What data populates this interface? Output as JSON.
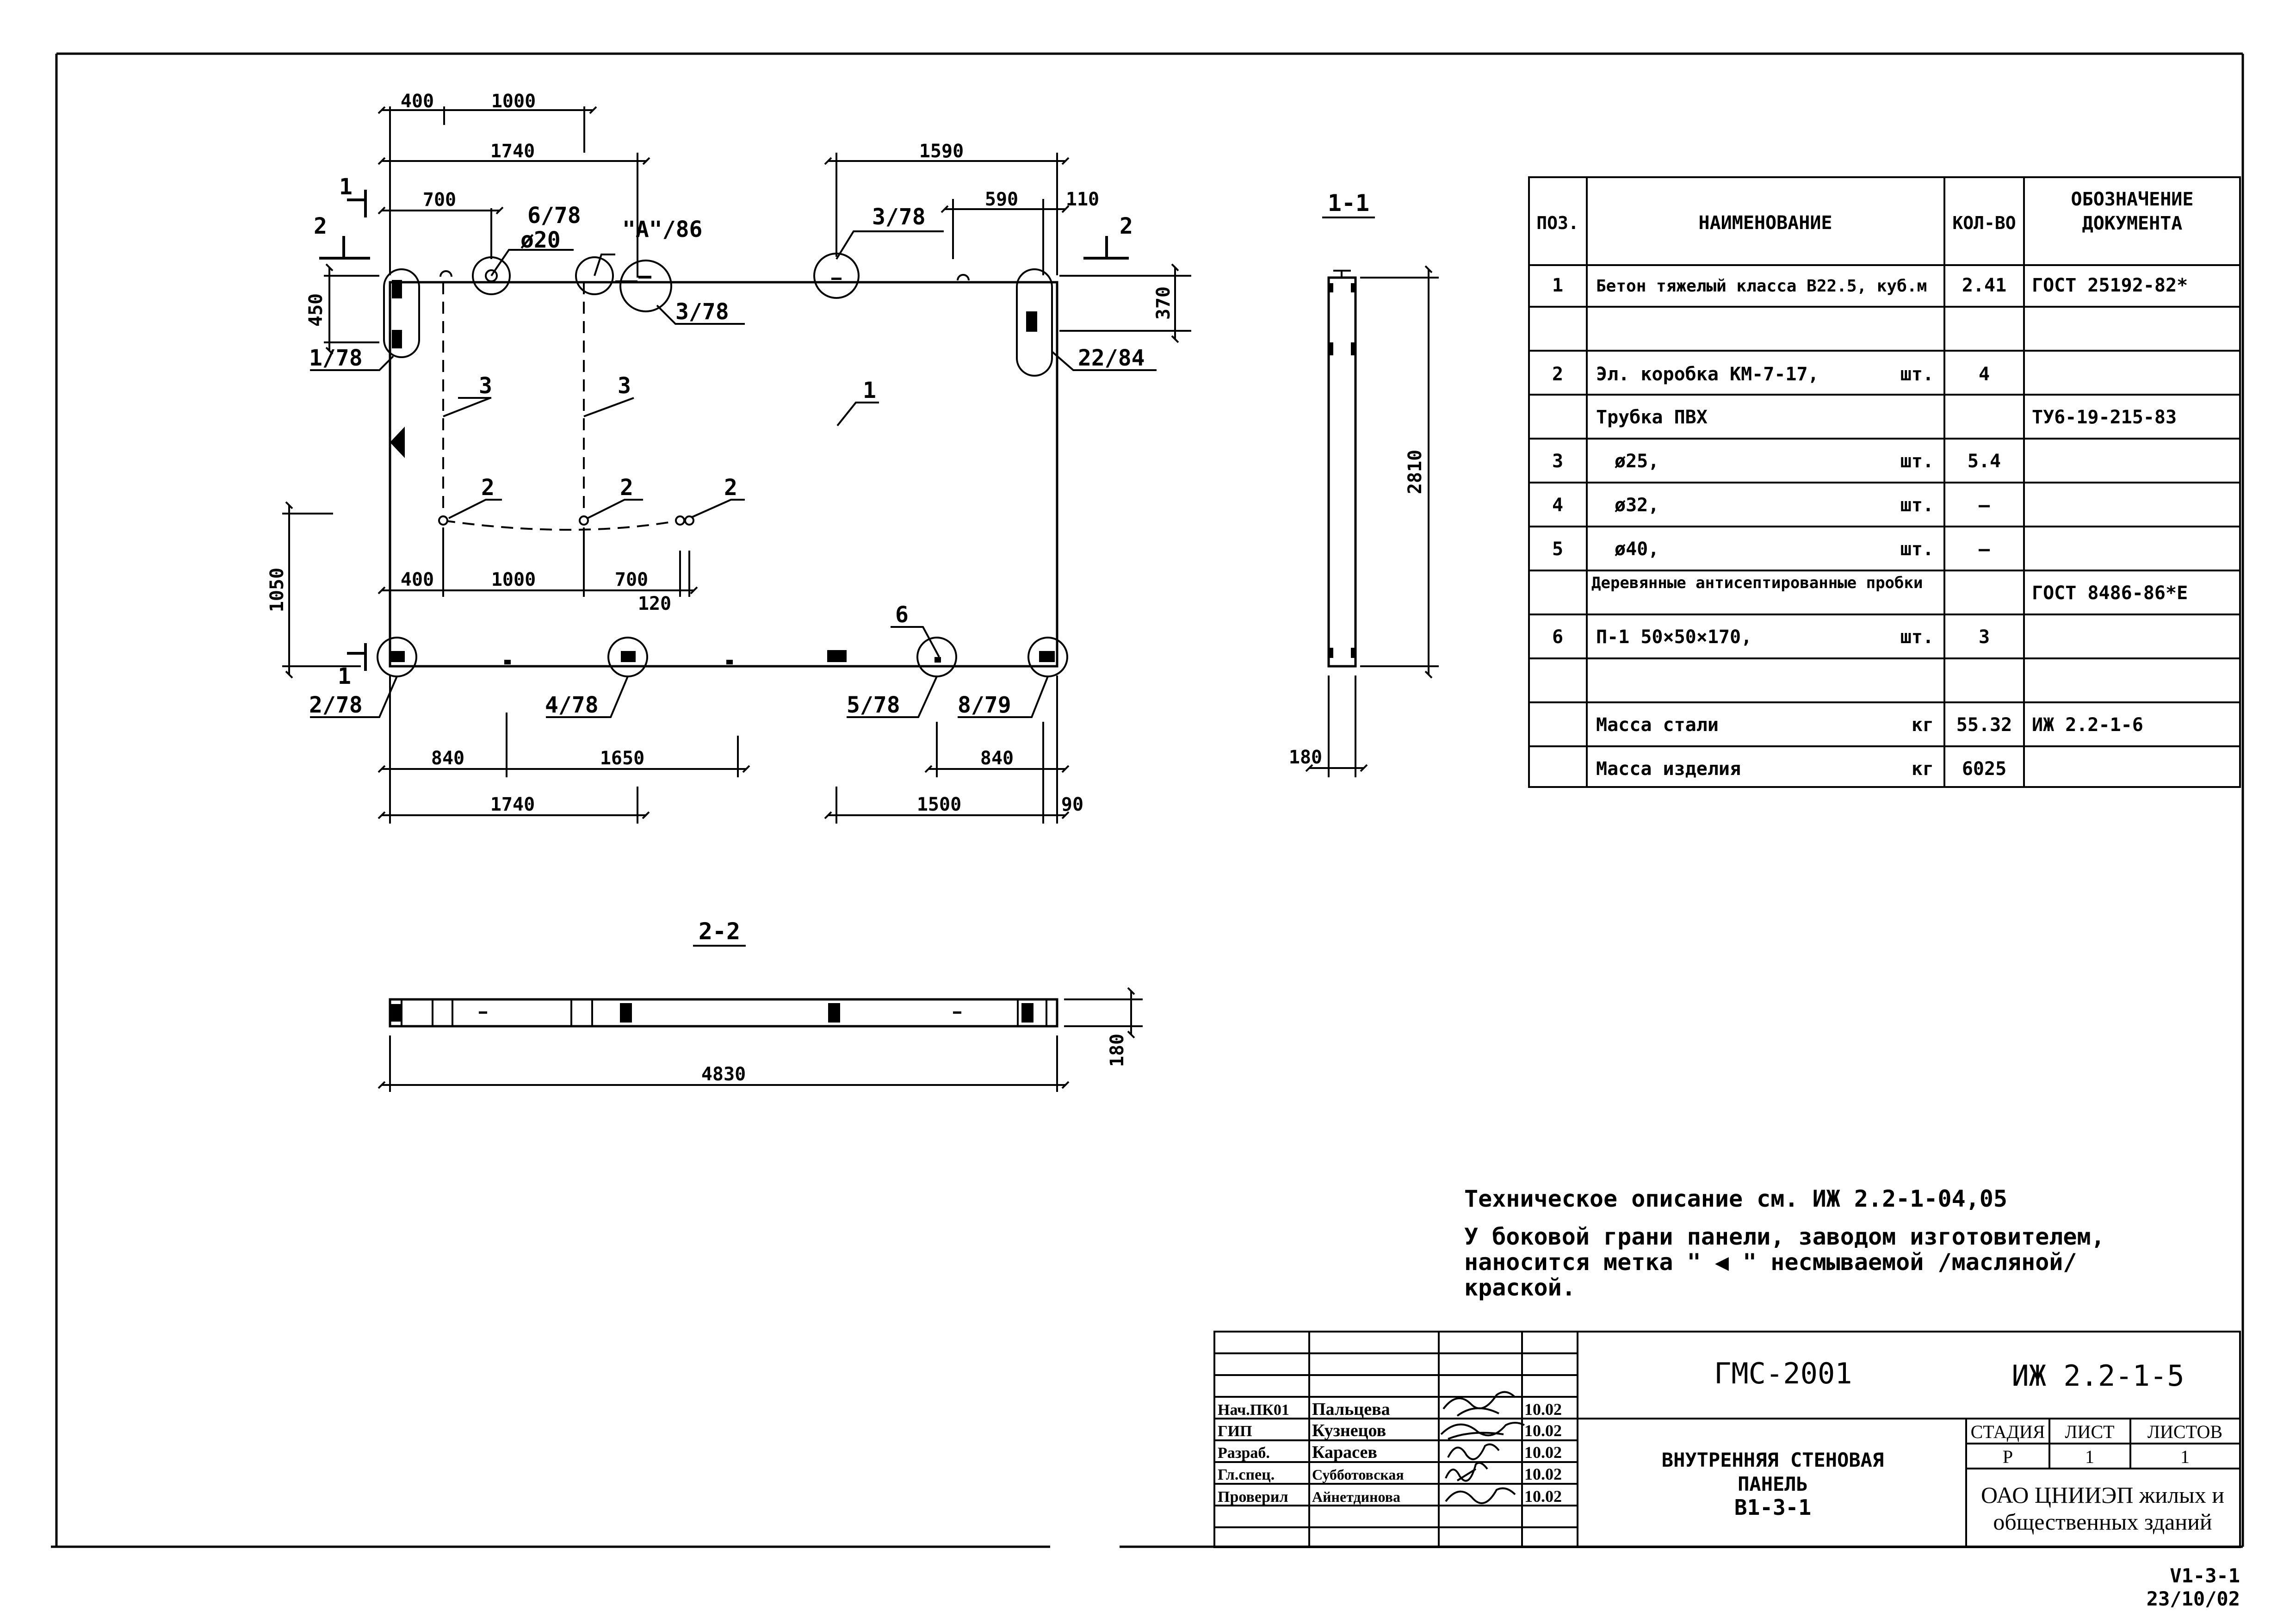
{
  "elevation": {
    "dims_top": [
      "400",
      "1000",
      "1740",
      "700",
      "1590",
      "590",
      "110"
    ],
    "dims_left": [
      "450",
      "1050"
    ],
    "dims_right": [
      "370"
    ],
    "dims_inner": [
      "400",
      "1000",
      "700",
      "120"
    ],
    "dims_bottom": [
      "840",
      "1650",
      "1740",
      "840",
      "1500",
      "90"
    ],
    "marks_top": [
      "6/78",
      "ø20",
      "\"А\"/86",
      "3/78",
      "3/78"
    ],
    "marks_side": [
      "1/78",
      "22/84"
    ],
    "marks_bottom": [
      "2/78",
      "4/78",
      "5/78",
      "8/79"
    ],
    "leaders": [
      "3",
      "3",
      "1",
      "2",
      "2",
      "2",
      "6"
    ],
    "section_marks": [
      "1",
      "1",
      "2",
      "2"
    ]
  },
  "section_1_1": {
    "title": "1-1",
    "height": "2810",
    "thickness": "180"
  },
  "section_2_2": {
    "title": "2-2",
    "length": "4830",
    "thickness": "180"
  },
  "spec": {
    "headers": [
      "ПОЗ.",
      "НАИМЕНОВАНИЕ",
      "КОЛ-ВО",
      "ОБОЗНАЧЕНИЕ ДОКУМЕНТА"
    ],
    "rows": [
      {
        "pos": "1",
        "name": "Бетон тяжелый класса В22.5, куб.м",
        "unit": "",
        "qty": "2.41",
        "doc": "ГОСТ 25192-82*"
      },
      {
        "pos": "",
        "name": "",
        "unit": "",
        "qty": "",
        "doc": ""
      },
      {
        "pos": "2",
        "name": "Эл. коробка КМ-7-17,",
        "unit": "шт.",
        "qty": "4",
        "doc": ""
      },
      {
        "pos": "",
        "name": "Трубка ПВХ",
        "unit": "",
        "qty": "",
        "doc": "ТУ6-19-215-83"
      },
      {
        "pos": "3",
        "name": "ø25,",
        "unit": "шт.",
        "qty": "5.4",
        "doc": ""
      },
      {
        "pos": "4",
        "name": "ø32,",
        "unit": "шт.",
        "qty": "–",
        "doc": ""
      },
      {
        "pos": "5",
        "name": "ø40,",
        "unit": "шт.",
        "qty": "–",
        "doc": ""
      },
      {
        "pos": "",
        "name": "Деревянные антисептированные пробки",
        "unit": "",
        "qty": "",
        "doc": "ГОСТ 8486-86*Е"
      },
      {
        "pos": "6",
        "name": "П-1   50×50×170,",
        "unit": "шт.",
        "qty": "3",
        "doc": ""
      },
      {
        "pos": "",
        "name": "",
        "unit": "",
        "qty": "",
        "doc": ""
      },
      {
        "pos": "",
        "name": "Масса стали",
        "unit": "кг",
        "qty": "55.32",
        "doc": "ИЖ 2.2-1-6"
      },
      {
        "pos": "",
        "name": "Масса изделия",
        "unit": "кг",
        "qty": "6025",
        "doc": ""
      }
    ]
  },
  "notes": [
    "Техническое описание   см. ИЖ 2.2-1-04,05",
    "У боковой грани панели, заводом изготовителем,",
    "наносится метка \" ◀ \" несмываемой /масляной/",
    "краской."
  ],
  "title_block": {
    "project": "ГМС-2001",
    "code": "ИЖ 2.2-1-5",
    "title_lines": [
      "ВНУТРЕННЯЯ СТЕНОВАЯ",
      "ПАНЕЛЬ",
      "В1-3-1"
    ],
    "stage_headers": [
      "СТАДИЯ",
      "ЛИСТ",
      "ЛИСТОВ"
    ],
    "stage_values": [
      "Р",
      "1",
      "1"
    ],
    "org_lines": [
      "ОАО ЦНИИЭП жилых и",
      "общественных зданий"
    ],
    "people": [
      {
        "role": "Нач.ПК01",
        "name": "Пальцева",
        "date": "10.02"
      },
      {
        "role": "ГИП",
        "name": "Кузнецов",
        "date": "10.02"
      },
      {
        "role": "Разраб.",
        "name": "Карасев",
        "date": "10.02"
      },
      {
        "role": "Гл.спец.",
        "name": "Субботовская",
        "date": "10.02"
      },
      {
        "role": "Проверил",
        "name": "Айнетдинова",
        "date": "10.02"
      }
    ]
  },
  "corner_label": [
    "V1-3-1",
    "23/10/02"
  ]
}
